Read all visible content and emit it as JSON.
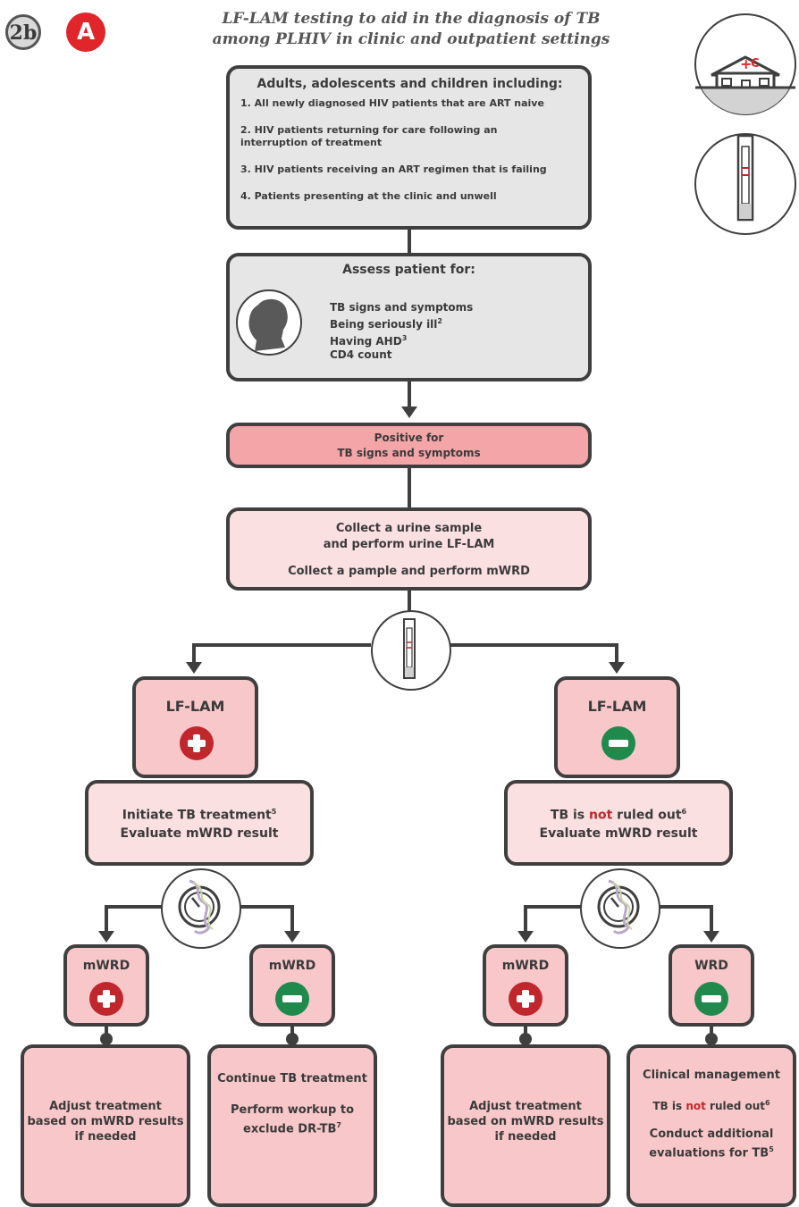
{
  "badges": {
    "step": "2b",
    "letter": "A"
  },
  "title": {
    "line1": "LF-LAM testing to aid in the diagnosis of TB",
    "line2": "among PLHIV in clinic and outpatient settings"
  },
  "icons": {
    "clinic_cross": "+",
    "clinic_letter": "C"
  },
  "eligibility": {
    "heading": "Adults, adolescents and children including:",
    "items": [
      "1. All newly diagnosed HIV patients that are ART naive",
      "2. HIV patients returning for care following an interruption of treatment",
      "3. HIV patients receiving an ART regimen that is failing",
      "4. Patients presenting at the clinic and unwell"
    ]
  },
  "assess": {
    "heading": "Assess patient for:",
    "items": [
      "TB signs and symptoms",
      "Being seriously ill",
      "Having AHD",
      "CD4 count"
    ],
    "sups": [
      "",
      "2",
      "3",
      ""
    ]
  },
  "positive": {
    "line1": "Positive for",
    "line2": "TB signs and symptoms"
  },
  "collect": {
    "line1": "Collect a urine sample",
    "line2": "and perform urine LF-LAM",
    "line3": "Collect a pample and perform mWRD"
  },
  "left_branch": {
    "test_label": "LF-LAM",
    "result": "positive",
    "action_line1": "Initiate TB treatment",
    "action_sup": "5",
    "action_line2": "Evaluate mWRD result",
    "sub_left": {
      "label": "mWRD",
      "result": "positive",
      "outcome": [
        "Adjust treatment",
        "based on mWRD results",
        "if needed"
      ]
    },
    "sub_right": {
      "label": "mWRD",
      "result": "negative",
      "outcome_line1": "Continue TB treatment",
      "outcome_line2": "Perform workup to",
      "outcome_line3": "exclude DR-TB",
      "outcome_sup": "7"
    }
  },
  "right_branch": {
    "test_label": "LF-LAM",
    "result": "negative",
    "action_pre": "TB is ",
    "action_not": "not",
    "action_post": " ruled out",
    "action_sup": "6",
    "action_line2": "Evaluate mWRD result",
    "sub_left": {
      "label": "mWRD",
      "result": "positive",
      "outcome": [
        "Adjust treatment",
        "based on mWRD results",
        "if needed"
      ]
    },
    "sub_right": {
      "label": "WRD",
      "result": "negative",
      "outcome_line1": "Clinical management",
      "outcome_pre": "TB is ",
      "outcome_not": "not",
      "outcome_post": " ruled out",
      "outcome_sup": "6",
      "outcome_line3": "Conduct additional",
      "outcome_line4": "evaluations for TB",
      "outcome_sup2": "5"
    }
  },
  "colors": {
    "border": "#3f3f3f",
    "gray_box": "#e6e6e6",
    "pink_box": "#fbe0e1",
    "pink_outcome": "#f8c7c9",
    "salmon": "#f3a5a8",
    "positive_red": "#c0272d",
    "negative_green": "#1f8a4c"
  }
}
